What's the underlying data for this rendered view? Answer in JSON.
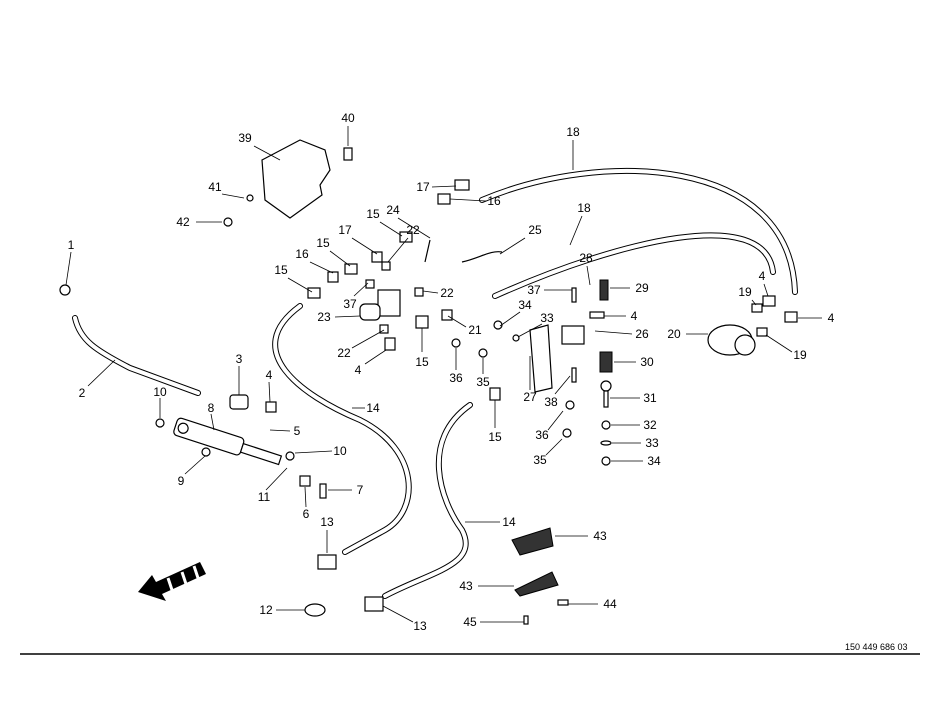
{
  "diagram": {
    "part_number": "150 449 686 03",
    "callouts": [
      "40",
      "39",
      "41",
      "42",
      "1",
      "2",
      "3",
      "4",
      "10",
      "8",
      "5",
      "10",
      "9",
      "11",
      "6",
      "7",
      "13",
      "12",
      "13",
      "14",
      "14",
      "18",
      "17",
      "16",
      "15",
      "24",
      "25",
      "18",
      "17",
      "15",
      "16",
      "15",
      "22",
      "37",
      "22",
      "23",
      "22",
      "4",
      "15",
      "21",
      "36",
      "35",
      "34",
      "33",
      "15",
      "37",
      "28",
      "29",
      "4",
      "26",
      "30",
      "27",
      "38",
      "31",
      "36",
      "32",
      "33",
      "35",
      "34",
      "4",
      "19",
      "4",
      "20",
      "19",
      "43",
      "43",
      "44",
      "45"
    ],
    "direction_arrow": "forward-direction-arrow-icon"
  }
}
